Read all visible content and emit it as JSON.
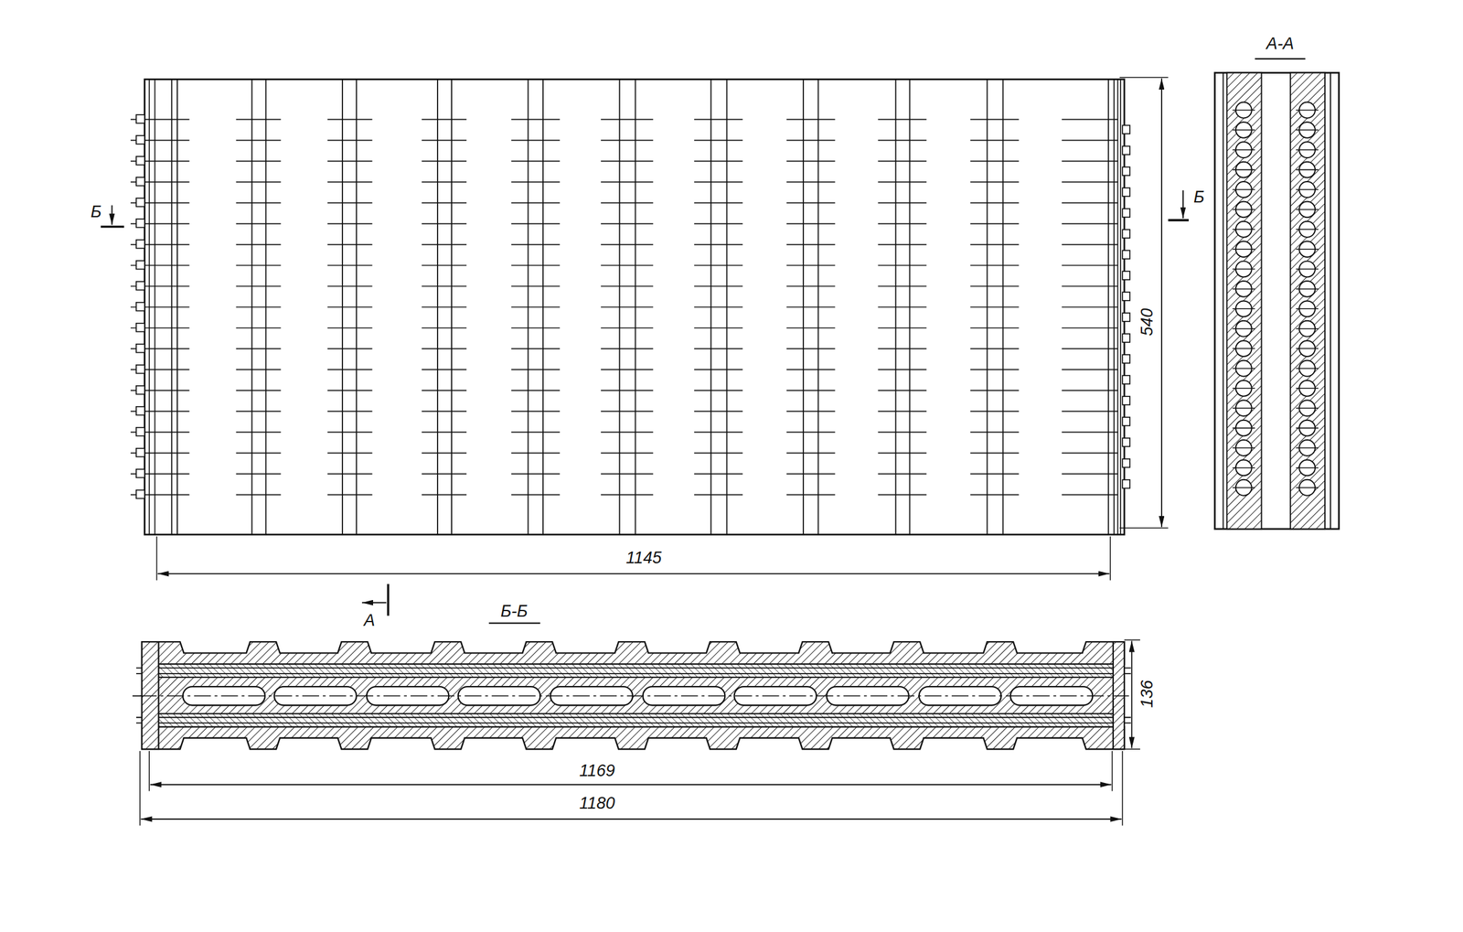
{
  "diagram": {
    "labels": [
      "А-А",
      "Б",
      "Б",
      "540",
      "1145",
      "А",
      "Б-Б",
      "136",
      "1169",
      "1180"
    ]
  }
}
